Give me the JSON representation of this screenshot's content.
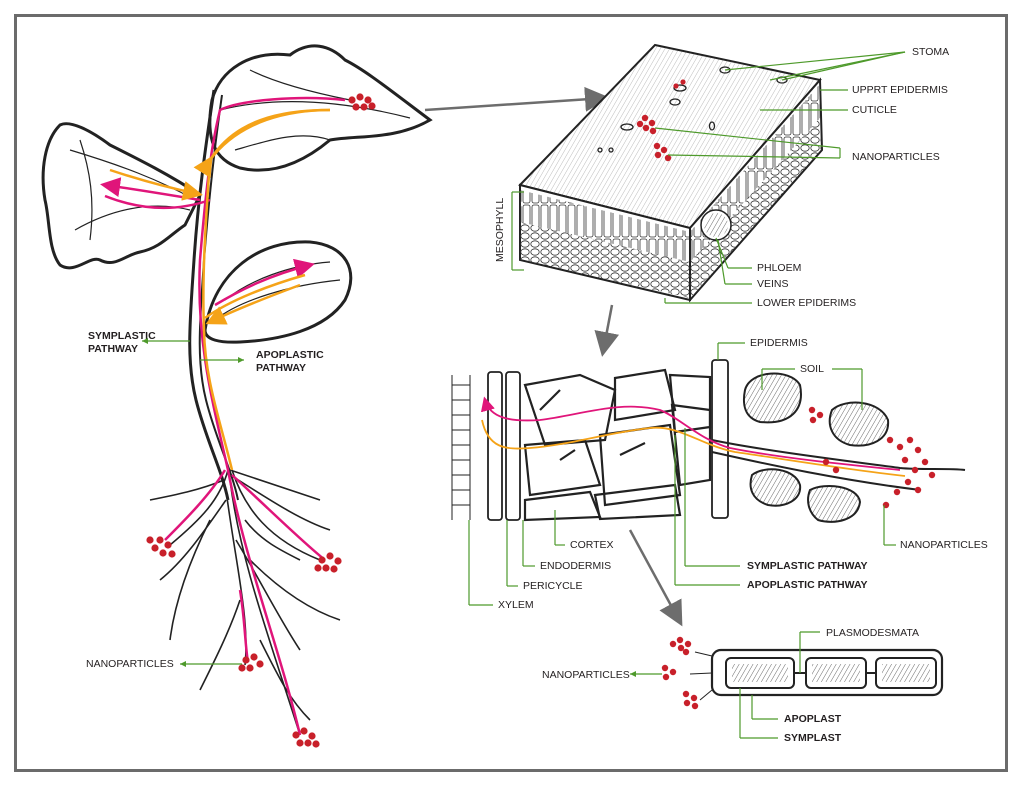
{
  "colors": {
    "frame": "#6b6b6b",
    "leader": "#4e9a2b",
    "symplastic": "#e0157a",
    "apoplastic": "#f5a318",
    "nanoparticle": "#c8202a",
    "transition_arrow": "#6d6d6d"
  },
  "plant": {
    "symplastic_label": [
      "SYMPLASTIC",
      "PATHWAY"
    ],
    "apoplastic_label": [
      "APOPLASTIC",
      "PATHWAY"
    ],
    "nanoparticles_label": "NANOPARTICLES"
  },
  "leaf_section": {
    "stoma": "STOMA",
    "upper_epidermis": "UPPRT EPIDERMIS",
    "cuticle": "CUTICLE",
    "nanoparticles": "NANOPARTICLES",
    "mesophyll": "MESOPHYLL",
    "phloem": "PHLOEM",
    "veins": "VEINS",
    "lower_epidermis": "LOWER EPIDERIMS"
  },
  "root_section": {
    "epidermis": "EPIDERMIS",
    "soil": "SOIL",
    "nanoparticles": "NANOPARTICLES",
    "cortex": "CORTEX",
    "endodermis": "ENDODERMIS",
    "pericycle": "PERICYCLE",
    "xylem": "XYLEM",
    "symplastic_pathway": "SYMPLASTIC PATHWAY",
    "apoplastic_pathway": "APOPLASTIC PATHWAY"
  },
  "cell_detail": {
    "plasmodesmata": "PLASMODESMATA",
    "nanoparticles": "NANOPARTICLES",
    "apoplast": "APOPLAST",
    "symplast": "SYMPLAST"
  }
}
